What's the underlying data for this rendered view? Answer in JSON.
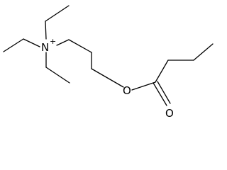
{
  "molecule": {
    "atoms": {
      "nitrogen": {
        "symbol": "N",
        "charge": "+"
      },
      "ester_oxygen": {
        "symbol": "O"
      },
      "carbonyl_oxygen": {
        "symbol": "O"
      }
    },
    "colors": {
      "bond": "#000000",
      "label": "#000000",
      "background": "#ffffff"
    }
  }
}
